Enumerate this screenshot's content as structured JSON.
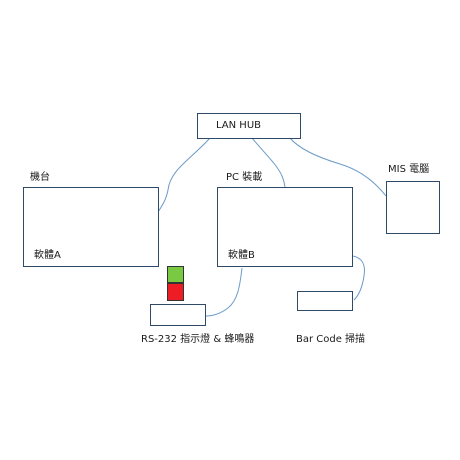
{
  "nodes": {
    "hub": {
      "label": "LAN HUB"
    },
    "machine": {
      "caption": "機台",
      "software": "軟體A"
    },
    "pc": {
      "caption": "PC 裝載",
      "software": "軟體B"
    },
    "mis": {
      "caption": "MIS 電腦"
    },
    "rs232": {
      "caption": "RS-232 指示燈 & 蜂鳴器"
    },
    "barcode": {
      "caption": "Bar Code 掃描"
    }
  },
  "indicator": {
    "top_color": "#7ac943",
    "bottom_color": "#ee1c25"
  },
  "colors": {
    "border": "#2f4a66",
    "wire": "#6b9bc9"
  }
}
